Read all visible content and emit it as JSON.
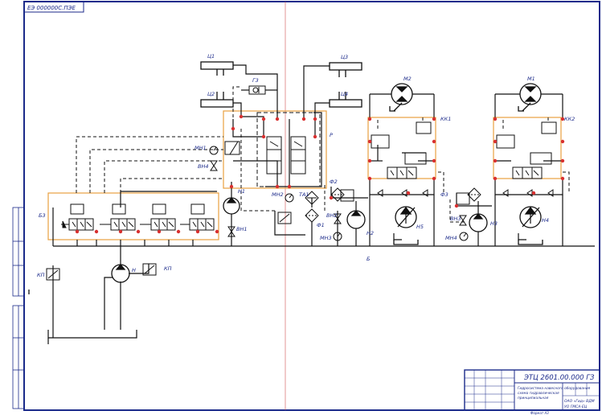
{
  "drawing": {
    "stamp_top": "ЕЭ 000000С.ПЭЕ",
    "code": "ЭТЦ 2601.00.000 ГЗ",
    "title_line1": "Гидросистема навесного оборудования",
    "title_line2": "схема гидравлическая",
    "title_line3": "принципиальная",
    "sheet_code": "ОАО «Гид» ВДМ",
    "sheet_code2": "УО ГМСА-ЕЦ",
    "format": "Формат А3"
  },
  "components": {
    "ts1": "Ц1",
    "ts2": "Ц2",
    "ts3": "Ц3",
    "ts4": "Ц4",
    "g3": "Г3",
    "m2": "М2",
    "m1": "М1",
    "kk1": "КК1",
    "kk2": "КК2",
    "r": "Р",
    "mn1": "МН1",
    "vn4": "ВН4",
    "n1": "Н1",
    "mn2": "МН2",
    "ta1": "ТА1",
    "f2": "Ф2",
    "f1": "Ф1",
    "vn2": "ВН2",
    "n2": "Н2",
    "n5": "Н5",
    "f3": "Ф3",
    "vn3": "ВН3",
    "n3": "Н3",
    "n4": "Н4",
    "mn4": "МН4",
    "mn3": "МН3",
    "b3": "Б3",
    "vn1": "ВН1",
    "b": "Б",
    "kp": "КП",
    "n": "Н",
    "kp2": "КП"
  }
}
